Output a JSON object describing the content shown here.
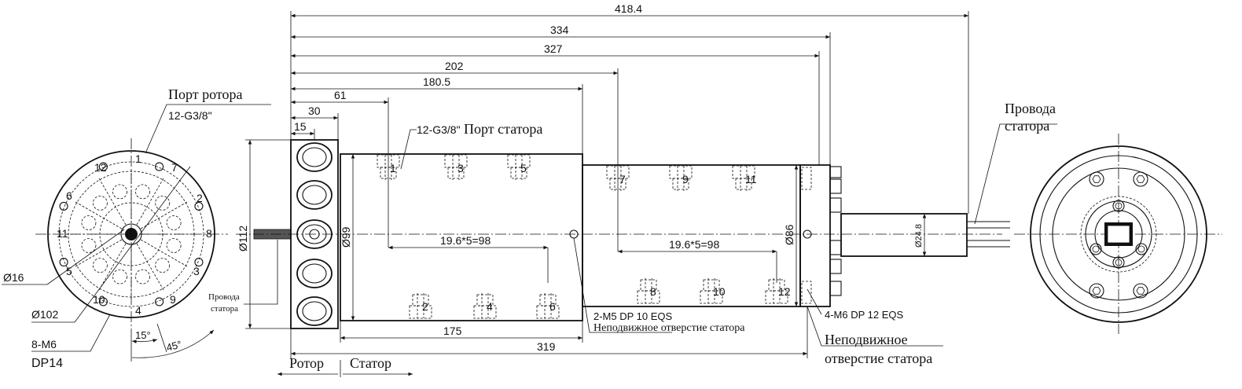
{
  "dims": {
    "d418": "418.4",
    "d334": "334",
    "d327": "327",
    "d202": "202",
    "d180": "180.5",
    "d61": "61",
    "d30": "30",
    "d15": "15",
    "d175": "175",
    "d319": "319",
    "pitch1": "19.6*5=98",
    "pitch2": "19.6*5=98",
    "dia112": "Ø112",
    "dia99": "Ø99",
    "dia86": "Ø86",
    "dia248": "Ø24.8",
    "dia16": "Ø16",
    "dia102": "Ø102",
    "ang15": "15°",
    "ang45": "45°"
  },
  "labels": {
    "rotor_port": "Порт ротора",
    "rotor_thread": "12-G3/8\"",
    "stator_port_thread": "12-G3/8\"",
    "stator_port": "Порт статора",
    "stator_wires_right_1": "Провода",
    "stator_wires_right_2": "статора",
    "stator_wires_small_1": "Провода",
    "stator_wires_small_2": "статора",
    "m5": "2-M5 DP 10 EQS",
    "fixed_hole_1": "Неподвижное отверстие статора",
    "m6_4": "4-M6 DP 12 EQS",
    "fixed_hole_2a": "Неподвижное",
    "fixed_hole_2b": "отверстие статора",
    "m6_8": "8-M6",
    "dp14": "DP14",
    "rotor": "Ротор",
    "stator": "Статор"
  },
  "port_numbers": {
    "circle": [
      "1",
      "7",
      "2",
      "8",
      "3",
      "9",
      "4",
      "10",
      "5",
      "11",
      "6",
      "12"
    ],
    "top": [
      "1",
      "3",
      "5",
      "7",
      "9",
      "11"
    ],
    "bottom": [
      "2",
      "4",
      "6",
      "8",
      "10",
      "12"
    ]
  }
}
